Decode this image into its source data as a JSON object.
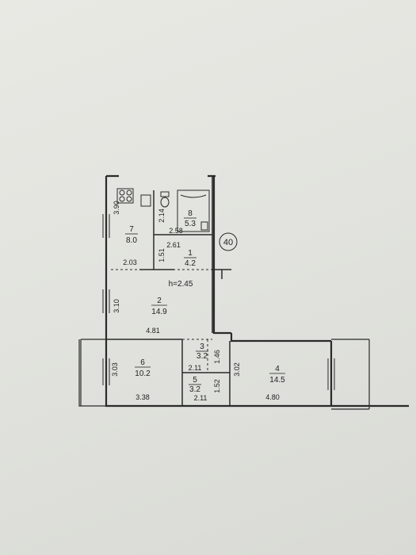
{
  "plan": {
    "apartment_number": "40",
    "ceiling_height": "h=2.45",
    "rooms": [
      {
        "id": "7",
        "area": "8.0"
      },
      {
        "id": "8",
        "area": "5.3"
      },
      {
        "id": "1",
        "area": "4.2"
      },
      {
        "id": "2",
        "area": "14.9"
      },
      {
        "id": "3",
        "area": "3.2"
      },
      {
        "id": "5",
        "area": "3.2"
      },
      {
        "id": "6",
        "area": "10.2"
      },
      {
        "id": "4",
        "area": "14.5"
      }
    ],
    "dimensions": {
      "kitchen_height": "3.90",
      "kitchen_width": "2.03",
      "bath_height": "2.14",
      "bath_width": "2.58",
      "corridor_width": "2.61",
      "corridor_height": "1.51",
      "hall_height": "3.10",
      "hall_width": "4.81",
      "room6_height": "3.03",
      "room6_width": "3.38",
      "small_top_width": "2.11",
      "small_bottom_width": "2.11",
      "small_side_height": "1.52",
      "door_side": "1.46",
      "room4_height": "3.02",
      "room4_width": "4.80"
    }
  }
}
